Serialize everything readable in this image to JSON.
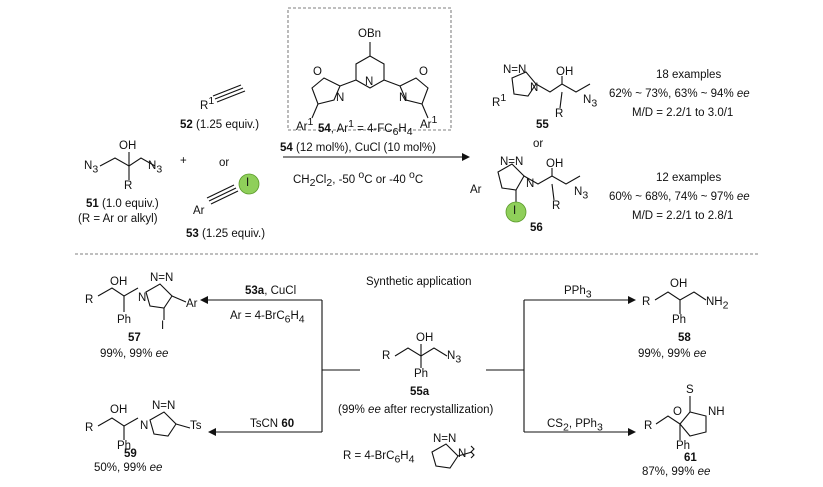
{
  "top": {
    "alkyne": {
      "sub": "R",
      "sup": "1",
      "num": "52",
      "equiv": " (1.25 equiv.)"
    },
    "or_left": "or",
    "plus": "+",
    "diol": {
      "n3a": "N",
      "n3a_sub": "3",
      "oh": "OH",
      "n3b": "N",
      "n3b_sub": "3",
      "r": "R",
      "num": "51",
      "equiv": " (1.0 equiv.)",
      "note": "(R = Ar or alkyl)"
    },
    "iodoalkyne": {
      "ar": "Ar",
      "i": "I",
      "num": "53",
      "equiv": " (1.25 equiv.)"
    },
    "ligand": {
      "obn": "OBn",
      "n_py": "N",
      "o1": "O",
      "o2": "O",
      "n1": "N",
      "n2": "N",
      "ar1_left": "Ar",
      "ar1_right": "Ar",
      "sup": "1",
      "label_num": "54",
      "label_rest": ", Ar",
      "label_sup": "1",
      "label_eq": " = 4-FC",
      "label_sub1": "6",
      "label_h": "H",
      "label_sub2": "4"
    },
    "cond1": {
      "num": "54",
      "rest": " (12 mol%), CuCl (10 mol%)"
    },
    "cond2": {
      "a": "CH",
      "a_sub": "2",
      "b": "Cl",
      "b_sub": "2",
      "rest": ", -50 ",
      "deg": "o",
      "c1": "C or -40 ",
      "deg2": "o",
      "c2": "C"
    },
    "p55": {
      "r1": "R",
      "sup": "1",
      "n": "N",
      "nn": "N=N",
      "oh": "OH",
      "n3": "N",
      "n3_sub": "3",
      "r": "R",
      "num": "55"
    },
    "or_mid": "or",
    "p56": {
      "ar": "Ar",
      "nn": "N=N",
      "n": "N",
      "oh": "OH",
      "n3": "N",
      "n3_sub": "3",
      "r": "R",
      "i": "I",
      "num": "56"
    },
    "res55": {
      "examples": "18 examples",
      "yield": "62% ~ 73%, 63% ~ 94% ",
      "ee": "ee",
      "md": "M/D = 2.2/1 to 3.0/1"
    },
    "res56": {
      "examples": "12 examples",
      "yield": "60% ~ 68%, 74% ~ 97% ",
      "ee": "ee",
      "md": "M/D = 2.2/1 to 2.8/1"
    }
  },
  "bottom": {
    "heading": "Synthetic application",
    "c55a": {
      "oh": "OH",
      "r": "R",
      "n3": "N",
      "n3_sub": "3",
      "ph": "Ph",
      "num": "55a",
      "note_a": "(99% ",
      "ee": "ee",
      "note_b": " after recrystallization)"
    },
    "r_def": {
      "text": "R = 4-BrC",
      "sub1": "6",
      "h": "H",
      "sub2": "4",
      "n": "N",
      "nn": "N=N"
    },
    "to57": {
      "num": "53a",
      "rest": ", CuCl",
      "ar": "Ar = 4-BrC",
      "sub1": "6",
      "h": "H",
      "sub2": "4"
    },
    "p57": {
      "r": "R",
      "oh": "OH",
      "n": "N",
      "nn": "N=N",
      "ar": "Ar",
      "ph": "Ph",
      "i": "I",
      "num": "57",
      "res": "99%, 99% ",
      "ee": "ee"
    },
    "to59": {
      "a": "TsCN ",
      "num": "60"
    },
    "p59": {
      "r": "R",
      "oh": "OH",
      "n": "N",
      "nn": "N=N",
      "ts": "Ts",
      "ph": "Ph",
      "num": "59",
      "res": "50%, 99% ",
      "ee": "ee"
    },
    "to58": {
      "a": "PPh",
      "sub": "3"
    },
    "p58": {
      "r": "R",
      "oh": "OH",
      "nh": "NH",
      "nh_sub": "2",
      "ph": "Ph",
      "num": "58",
      "res": "99%, 99% ",
      "ee": "ee"
    },
    "to61": {
      "a": "CS",
      "sub1": "2",
      "b": ", PPh",
      "sub2": "3"
    },
    "p61": {
      "s": "S",
      "o": "O",
      "nh": "NH",
      "r": "R",
      "ph": "Ph",
      "num": "61",
      "res": "87%, 99% ",
      "ee": "ee"
    }
  }
}
